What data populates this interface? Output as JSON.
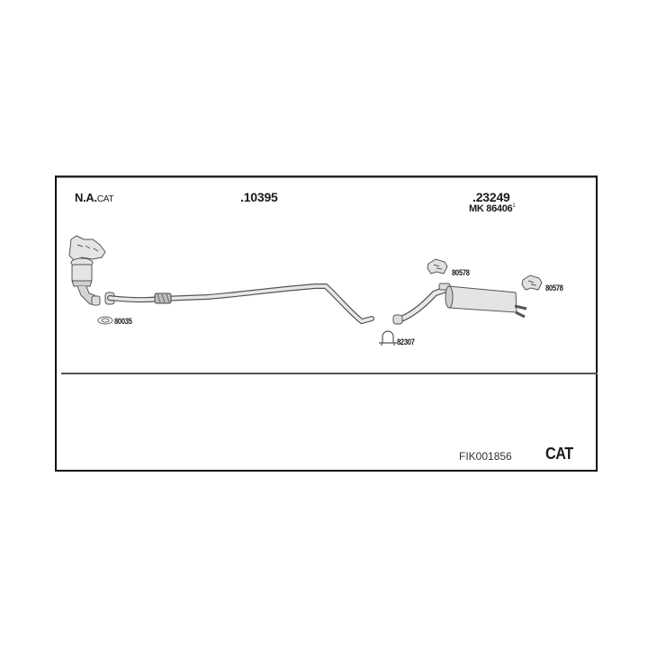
{
  "diagram": {
    "engine_label": {
      "main": "N.A.",
      "suffix": "CAT"
    },
    "parts": [
      {
        "id": "front_pipe",
        "number": ".10395"
      },
      {
        "id": "rear_muffler",
        "number": ".23249",
        "kit": "MK 86406",
        "kit_note": "1"
      }
    ],
    "accessories": [
      {
        "id": "gasket",
        "number": "80035",
        "icon": "gasket-icon"
      },
      {
        "id": "clamp",
        "number": "82307",
        "icon": "u-clamp-icon"
      },
      {
        "id": "rubber_mount_1",
        "number": "80578",
        "icon": "rubber-mount-icon"
      },
      {
        "id": "rubber_mount_2",
        "number": "80578",
        "icon": "rubber-mount-icon"
      }
    ],
    "footer": {
      "kit_code": "FIK001856",
      "type_label": "CAT"
    },
    "colors": {
      "line": "#111111",
      "part_fill": "#e6e6e6",
      "part_stroke": "#555555"
    }
  }
}
